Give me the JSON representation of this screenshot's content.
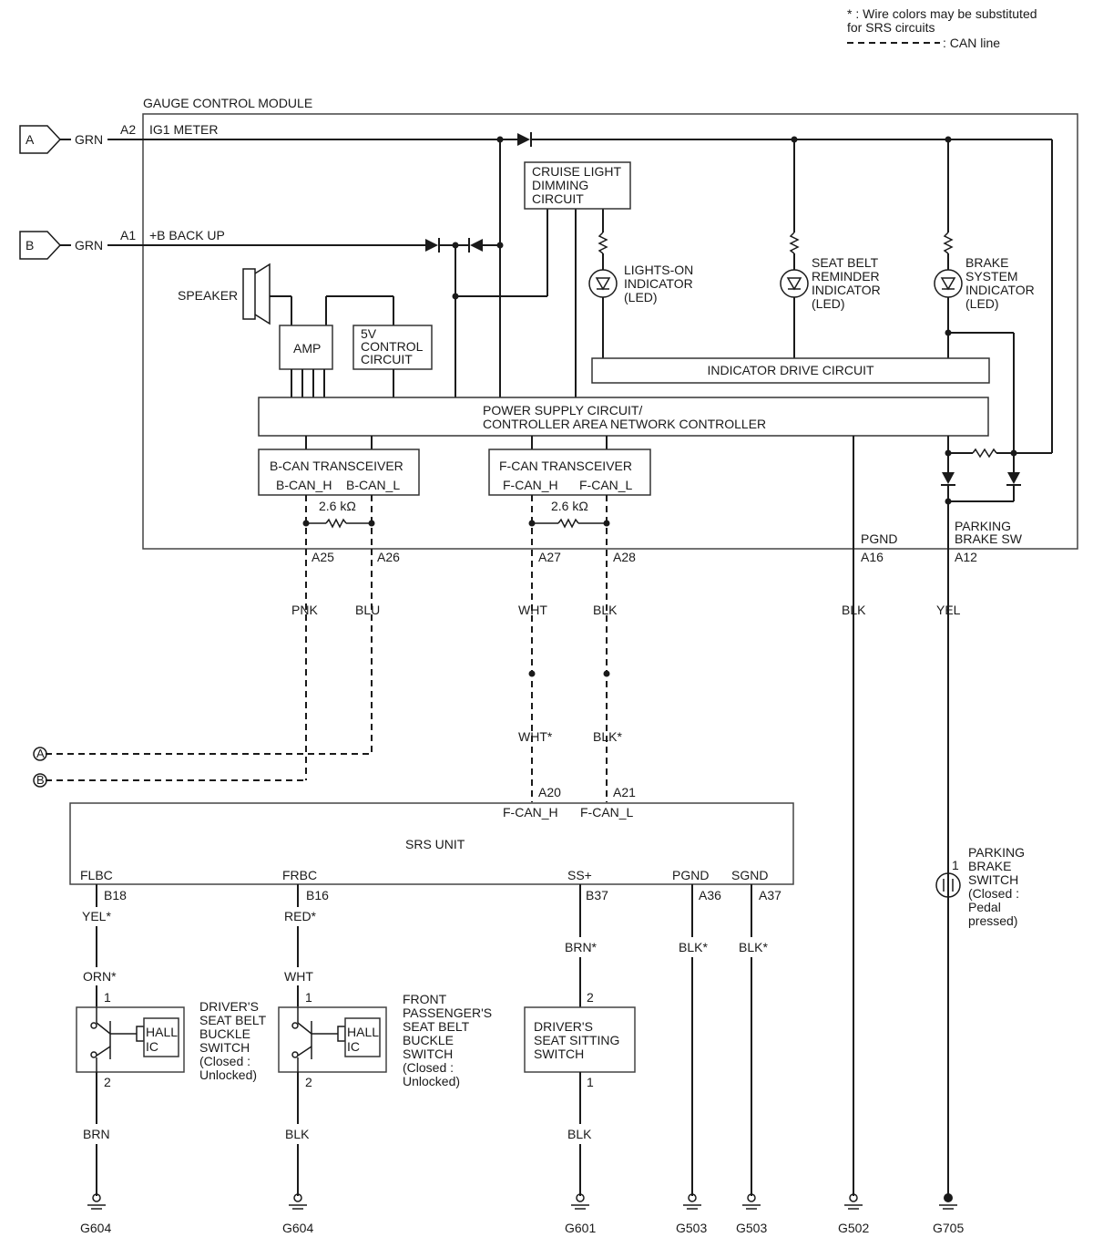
{
  "legend": {
    "asterisk_note_line1": "* : Wire colors may be substituted",
    "asterisk_note_line2": "for SRS circuits",
    "can_line": ": CAN line"
  },
  "gauge_module": {
    "title": "GAUGE CONTROL MODULE",
    "ig1_meter": "IG1 METER",
    "backup": "+B BACK UP",
    "speaker": "SPEAKER",
    "amp": "AMP",
    "control_5v": [
      "5V",
      "CONTROL",
      "CIRCUIT"
    ],
    "cruise_light": [
      "CRUISE LIGHT",
      "DIMMING",
      "CIRCUIT"
    ],
    "lights_on": [
      "LIGHTS-ON",
      "INDICATOR",
      "(LED)"
    ],
    "seat_belt": [
      "SEAT BELT",
      "REMINDER",
      "INDICATOR",
      "(LED)"
    ],
    "brake_system": [
      "BRAKE",
      "SYSTEM",
      "INDICATOR",
      "(LED)"
    ],
    "indicator_drive": "INDICATOR DRIVE CIRCUIT",
    "power_supply": [
      "POWER SUPPLY CIRCUIT/",
      "CONTROLLER AREA NETWORK CONTROLLER"
    ],
    "bcan": {
      "title": "B-CAN TRANSCEIVER",
      "h": "B-CAN_H",
      "l": "B-CAN_L",
      "res": "2.6 kΩ"
    },
    "fcan": {
      "title": "F-CAN TRANSCEIVER",
      "h": "F-CAN_H",
      "l": "F-CAN_L",
      "res": "2.6 kΩ"
    },
    "pgnd": "PGND",
    "parking_brake_sw": [
      "PARKING",
      "BRAKE SW"
    ]
  },
  "connectors": {
    "A": "A",
    "B": "B",
    "A2": "A2",
    "A1": "A1",
    "A25": "A25",
    "A26": "A26",
    "A27": "A27",
    "A28": "A28",
    "A16": "A16",
    "A12": "A12",
    "A20": "A20",
    "A21": "A21",
    "B18": "B18",
    "B16": "B16",
    "B37": "B37",
    "A36": "A36",
    "A37": "A37"
  },
  "wires": {
    "grn": "GRN",
    "pnk": "PNK",
    "blu": "BLU",
    "wht": "WHT",
    "blk": "BLK",
    "yel": "YEL",
    "wht_s": "WHT*",
    "blk_s": "BLK*",
    "yel_s": "YEL*",
    "orn_s": "ORN*",
    "red_s": "RED*",
    "brn_s": "BRN*",
    "brn": "BRN"
  },
  "srs": {
    "title": "SRS UNIT",
    "fcan_h": "F-CAN_H",
    "fcan_l": "F-CAN_L",
    "flbc": "FLBC",
    "frbc": "FRBC",
    "ss": "SS+",
    "pgnd": "PGND",
    "sgnd": "SGND"
  },
  "switches": {
    "driver_buckle": [
      "DRIVER'S",
      "SEAT BELT",
      "BUCKLE",
      "SWITCH",
      "(Closed :",
      "Unlocked)"
    ],
    "passenger_buckle": [
      "FRONT",
      "PASSENGER'S",
      "SEAT BELT",
      "BUCKLE",
      "SWITCH",
      "(Closed :",
      "Unlocked)"
    ],
    "hall_ic": [
      "HALL",
      "IC"
    ],
    "sitting": [
      "DRIVER'S",
      "SEAT SITTING",
      "SWITCH"
    ],
    "parking": [
      "PARKING",
      "BRAKE",
      "SWITCH",
      "(Closed :",
      "Pedal",
      "pressed)"
    ]
  },
  "pins": {
    "p1": "1",
    "p2": "2"
  },
  "grounds": {
    "g604": "G604",
    "g601": "G601",
    "g503": "G503",
    "g502": "G502",
    "g705": "G705"
  }
}
